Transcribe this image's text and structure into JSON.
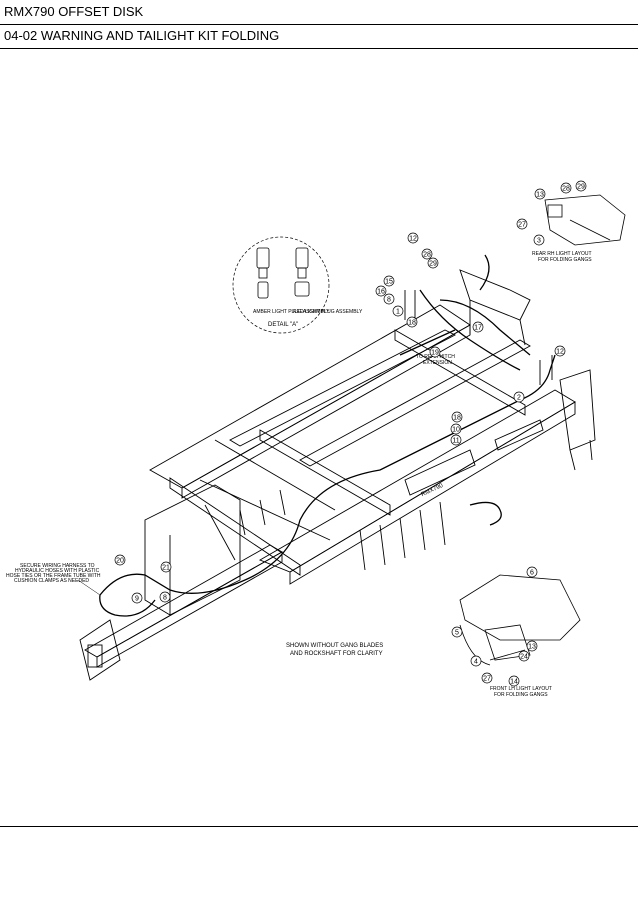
{
  "header": {
    "title": "RMX790 OFFSET DISK",
    "subtitle": "04-02 WARNING AND TAILIGHT KIT FOLDING"
  },
  "callouts": [
    "13",
    "28",
    "29",
    "27",
    "3",
    "12",
    "28",
    "29",
    "15",
    "16",
    "8",
    "1",
    "18",
    "17",
    "19",
    "12",
    "2",
    "18",
    "10",
    "11",
    "20",
    "21",
    "9",
    "8",
    "6",
    "5",
    "13",
    "24",
    "4",
    "27",
    "14"
  ],
  "labels": {
    "detail_a": "DETAIL \"A\"",
    "amber_plug": "AMBER LIGHT PLUG ASSEMBLY",
    "red_plug": "RED LIGHT PLUG ASSEMBLY",
    "rear_rh_1": "REAR RH LIGHT LAYOUT",
    "rear_rh_2": "FOR FOLDING GANGS",
    "to_rear_hitch_1": "TO REAR HITCH",
    "to_rear_hitch_2": "EXTENSION",
    "secure_1": "SECURE WIRING HARNESS TO",
    "secure_2": "HYDRAULIC HOSES WITH PLASTIC",
    "secure_3": "HOSE TIES OR THE FRAME TUBE WITH",
    "secure_4": "CUSHION CLAMPS AS NEEDED",
    "shown_1": "SHOWN WITHOUT GANG BLADES",
    "shown_2": "AND ROCKSHAFT FOR CLARITY",
    "front_lh_1": "FRONT LH LIGHT LAYOUT",
    "front_lh_2": "FOR FOLDING GANGS",
    "frame_brand": "RMX790"
  }
}
